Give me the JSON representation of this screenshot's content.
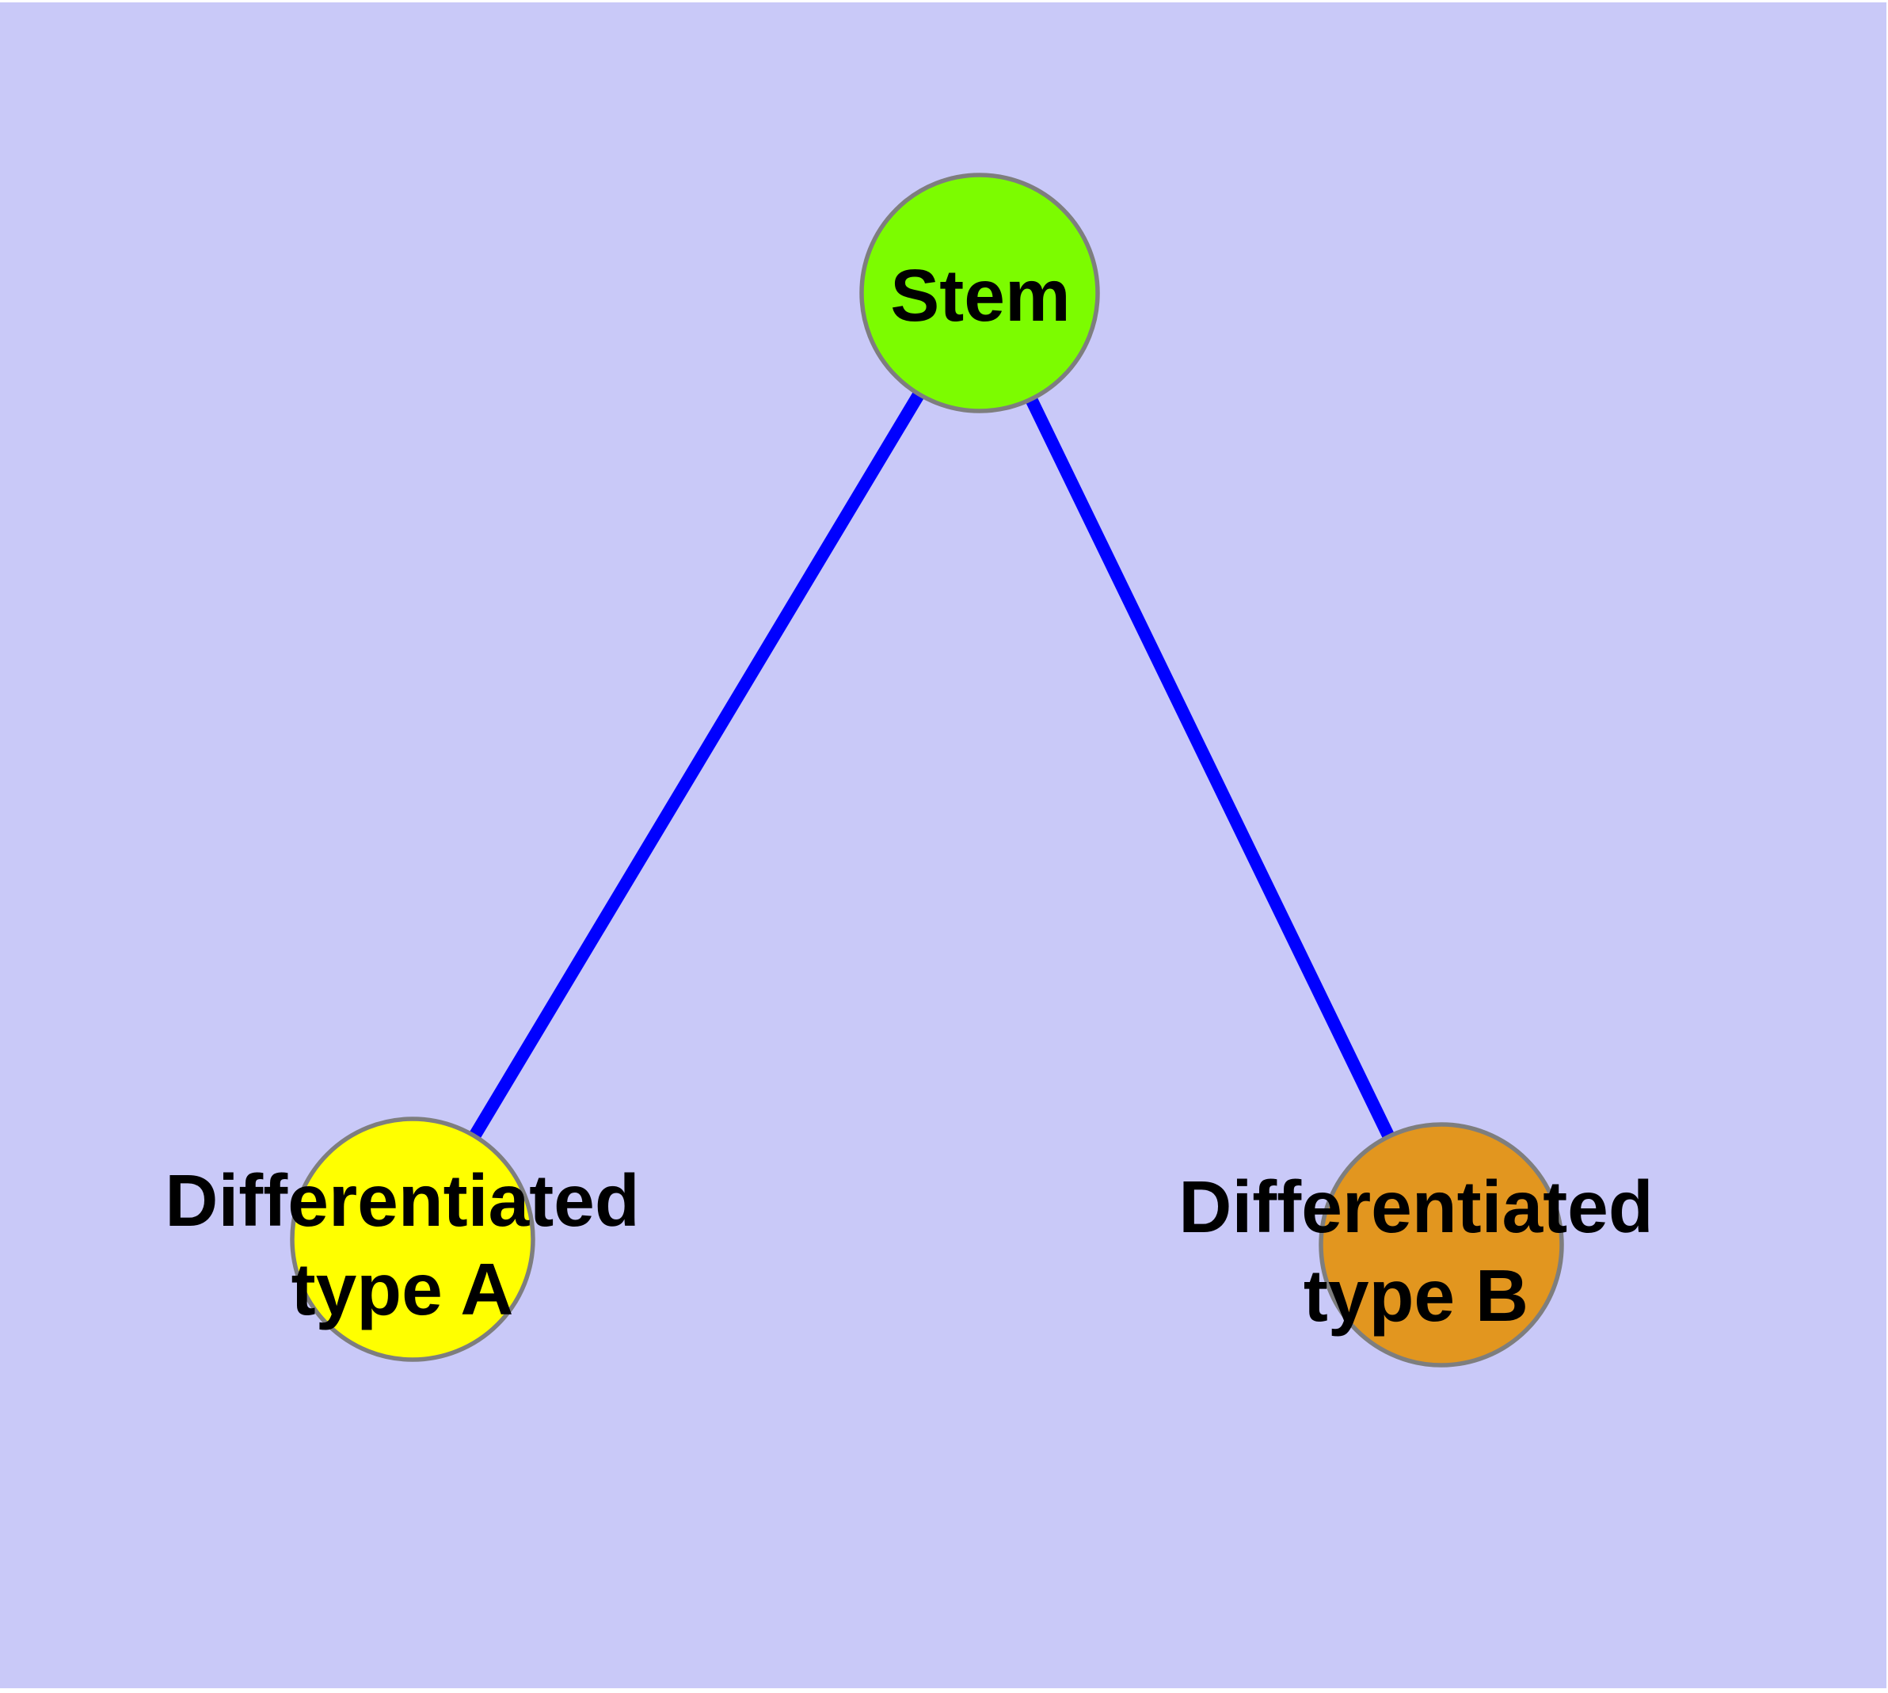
{
  "diagram": {
    "background_color": "#C9C9F8",
    "page_margin_color": "#FFFFFF",
    "edge_color": "#0000FF",
    "node_border_color": "#7E7E7E",
    "label_color": "#000000",
    "nodes": [
      {
        "id": "stem",
        "label": "Stem",
        "color": "#7CFC00"
      },
      {
        "id": "differentiated-type-a",
        "label": "Differentiated type A",
        "label_line1": "Differentiated",
        "label_line2": "type A",
        "color": "#FFFF00"
      },
      {
        "id": "differentiated-type-b",
        "label": "Differentiated type B",
        "label_line1": "Differentiated",
        "label_line2": "type B",
        "color": "#E2961F"
      }
    ],
    "edges": [
      {
        "from": "Stem",
        "to": "Differentiated type A"
      },
      {
        "from": "Stem",
        "to": "Differentiated type B"
      }
    ]
  }
}
